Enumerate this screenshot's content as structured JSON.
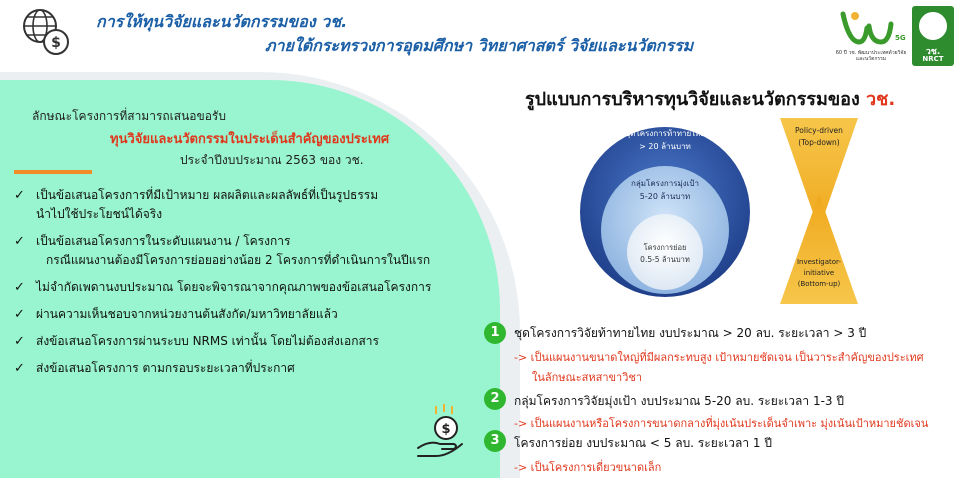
{
  "header": {
    "title_line1": "การให้ทุนวิจัยและนวัตกรรมของ วช.",
    "title_line2": "ภายใต้กระทรวงการอุดมศึกษา วิทยาศาสตร์ วิจัยและนวัตกรรม",
    "logo_vch_caption": "60 ปี วช. พัฒนาประเทศด้วยวิจัยและนวัตกรรม",
    "logo_nrct_th": "วช.",
    "logo_nrct_en": "NRCT"
  },
  "left": {
    "intro": "ลักษณะโครงการที่สามารถเสนอขอรับ",
    "highlight": "ทุนวิจัยและนวัตกรรมในประเด็นสำคัญของประเทศ",
    "year": "ประจำปีงบประมาณ 2563 ของ วช.",
    "bullets": [
      {
        "line1": "เป็นข้อเสนอโครงการที่มีเป้าหมาย ผลผลิตและผลลัพธ์ที่เป็นรูปธรรม",
        "line2": "นำไปใช้ประโยชน์ได้จริง"
      },
      {
        "line1": "เป็นข้อเสนอโครงการในระดับแผนงาน / โครงการ",
        "line2": "กรณีแผนงานต้องมีโครงการย่อยอย่างน้อย 2 โครงการที่ดำเนินการในปีแรก"
      },
      {
        "line1": "ไม่จำกัดเพดานงบประมาณ โดยจะพิจารณาจากคุณภาพของข้อเสนอโครงการ",
        "line2": ""
      },
      {
        "line1": "ผ่านความเห็นชอบจากหน่วยงานต้นสังกัด/มหาวิทยาลัยแล้ว",
        "line2": ""
      },
      {
        "line1": "ส่งข้อเสนอโครงการผ่านระบบ NRMS เท่านั้น โดยไม่ต้องส่งเอกสาร",
        "line2": ""
      },
      {
        "line1": "ส่งข้อเสนอโครงการ ตามกรอบระยะเวลาที่ประกาศ",
        "line2": ""
      }
    ]
  },
  "right": {
    "title_main": "รูปแบบการบริหารทุนวิจัยและนวัตกรรมของ ",
    "title_vch": "วช.",
    "circles": {
      "outer_line1": "ชุดโครงการท้าทายไทย",
      "outer_line2": "> 20 ล้านบาท",
      "middle_line1": "กลุ่มโครงการมุ่งเป้า",
      "middle_line2": "5-20 ล้านบาท",
      "inner_line1": "โครงการย่อย",
      "inner_line2": "0.5-5 ล้านบาท"
    },
    "triangles": {
      "top_line1": "Policy-driven",
      "top_line2": "(Top-down)",
      "bottom_line1": "Investigator-",
      "bottom_line2": "initiative",
      "bottom_line3": "(Bottom-up)"
    },
    "legend": [
      {
        "num": "1",
        "main": "ชุดโครงการวิจัยท้าทายไทย งบประมาณ > 20 ลบ. ระยะเวลา > 3 ปี",
        "sub1": "-> เป็นแผนงานขนาดใหญ่ที่มีผลกระทบสูง เป้าหมายชัดเจน เป็นวาระสำคัญของประเทศ",
        "sub2": "ในลักษณะสหสาขาวิชา"
      },
      {
        "num": "2",
        "main": "กลุ่มโครงการวิจัยมุ่งเป้า งบประมาณ 5-20 ลบ. ระยะเวลา 1-3 ปี",
        "sub1": "-> เป็นแผนงานหรือโครงการขนาดกลางที่มุ่งเน้นประเด็นจำเพาะ มุ่งเน้นเป้าหมายชัดเจน",
        "sub2": ""
      },
      {
        "num": "3",
        "main": "โครงการย่อย งบประมาณ < 5 ลบ. ระยะเวลา 1 ปี",
        "sub1": "-> เป็นโครงการเดี่ยวขนาดเล็ก",
        "sub2": ""
      }
    ]
  },
  "colors": {
    "title_blue": "#1b5fa6",
    "accent_red": "#e0381d",
    "panel_green": "#98f5cf",
    "number_green": "#2fb82f",
    "triangle_orange": "#f2b233"
  }
}
